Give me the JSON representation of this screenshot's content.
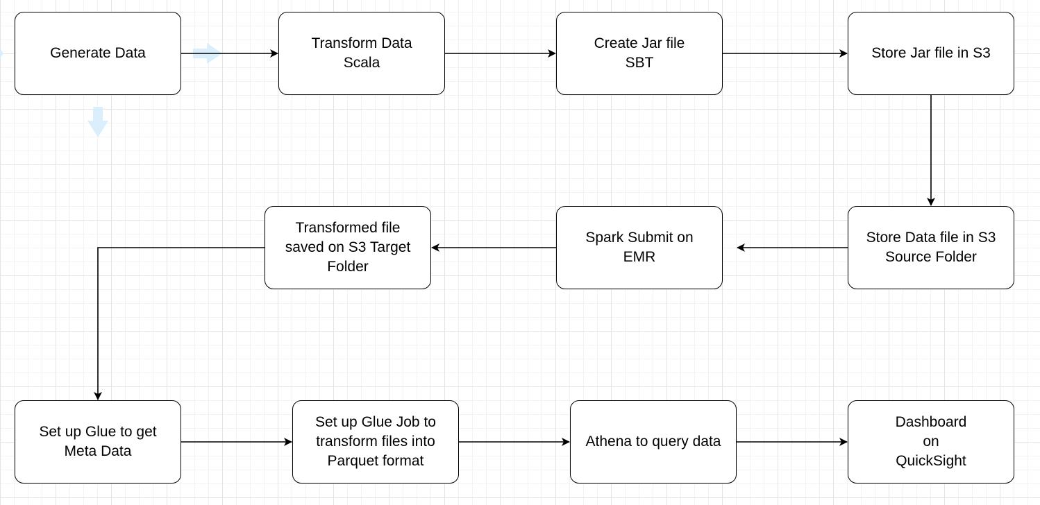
{
  "nodes": [
    {
      "id": "n1",
      "label": "Generate Data"
    },
    {
      "id": "n2",
      "label": "Transform Data\nScala"
    },
    {
      "id": "n3",
      "label": "Create Jar file\nSBT"
    },
    {
      "id": "n4",
      "label": "Store Jar file in S3"
    },
    {
      "id": "n5",
      "label": "Store Data file in S3\nSource Folder"
    },
    {
      "id": "n6",
      "label": "Spark Submit on\nEMR"
    },
    {
      "id": "n7",
      "label": "Transformed file\nsaved on S3 Target\nFolder"
    },
    {
      "id": "n8",
      "label": "Set up Glue to get\nMeta Data"
    },
    {
      "id": "n9",
      "label": "Set up Glue Job to\ntransform files into\nParquet format"
    },
    {
      "id": "n10",
      "label": "Athena to query data"
    },
    {
      "id": "n11",
      "label": "Dashboard\non\nQuickSight"
    }
  ],
  "edges": [
    {
      "from": "n1",
      "to": "n2"
    },
    {
      "from": "n2",
      "to": "n3"
    },
    {
      "from": "n3",
      "to": "n4"
    },
    {
      "from": "n4",
      "to": "n5"
    },
    {
      "from": "n5",
      "to": "n6"
    },
    {
      "from": "n6",
      "to": "n7"
    },
    {
      "from": "n7",
      "to": "n8"
    },
    {
      "from": "n8",
      "to": "n9"
    },
    {
      "from": "n9",
      "to": "n10"
    },
    {
      "from": "n10",
      "to": "n11"
    }
  ],
  "colors": {
    "stroke": "#000000",
    "node_fill": "#ffffff",
    "hover_hint": "#d6ecfb"
  }
}
